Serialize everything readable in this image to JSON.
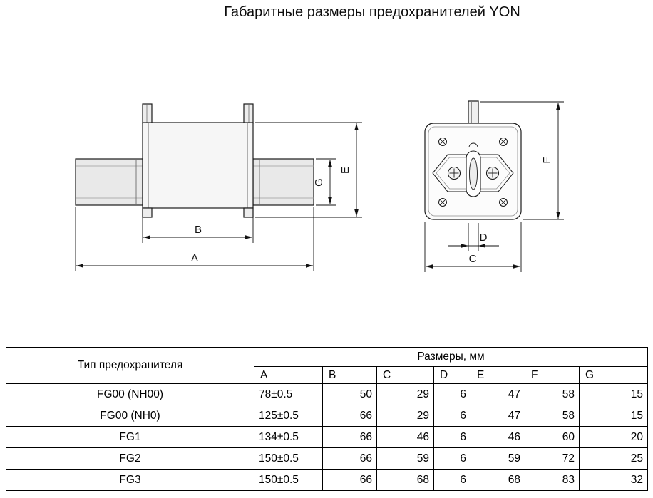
{
  "title": "Габаритные размеры предохранителей YON",
  "diagram": {
    "side_view": {
      "dim_a": "A",
      "dim_b": "B",
      "dim_e": "E",
      "dim_g": "G"
    },
    "end_view": {
      "dim_c": "C",
      "dim_d": "D",
      "dim_f": "F"
    }
  },
  "table": {
    "type_header": "Тип предохранителя",
    "dims_header": "Размеры, мм",
    "columns": [
      "A",
      "B",
      "C",
      "D",
      "E",
      "F",
      "G"
    ],
    "rows": [
      {
        "type": "FG00 (NH00)",
        "values": [
          "78±0.5",
          "50",
          "29",
          "6",
          "47",
          "58",
          "15"
        ]
      },
      {
        "type": "FG00 (NH0)",
        "values": [
          "125±0.5",
          "66",
          "29",
          "6",
          "47",
          "58",
          "15"
        ]
      },
      {
        "type": "FG1",
        "values": [
          "134±0.5",
          "66",
          "46",
          "6",
          "46",
          "60",
          "20"
        ]
      },
      {
        "type": "FG2",
        "values": [
          "150±0.5",
          "66",
          "59",
          "6",
          "59",
          "72",
          "25"
        ]
      },
      {
        "type": "FG3",
        "values": [
          "150±0.5",
          "66",
          "68",
          "6",
          "68",
          "83",
          "32"
        ]
      }
    ]
  }
}
